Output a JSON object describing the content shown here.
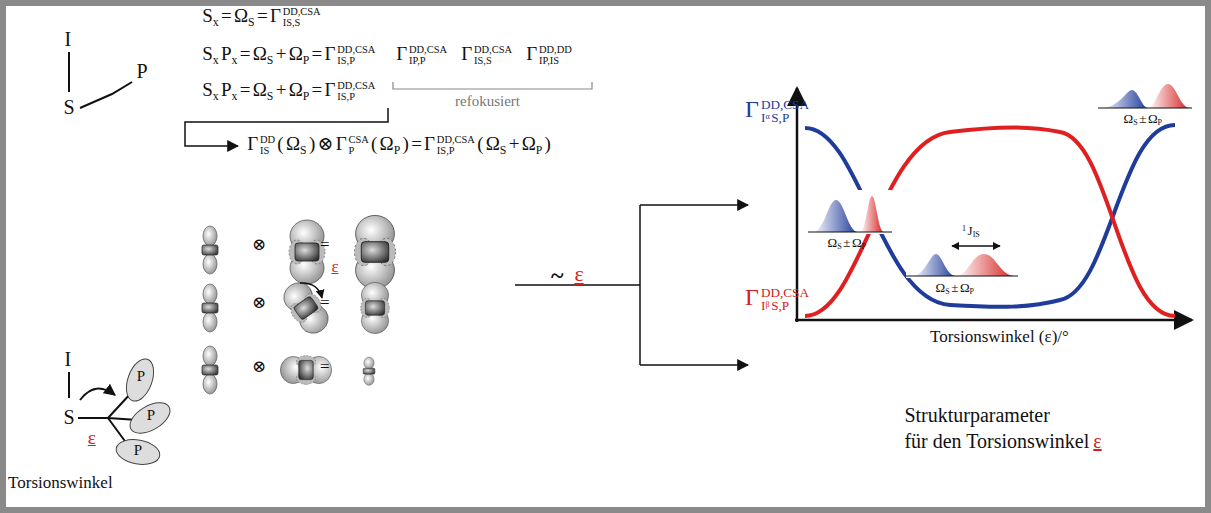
{
  "diagram": {
    "labels": [
      "S",
      "x",
      "=",
      "Ω",
      "S",
      "=",
      "Γ",
      "DD,CSA",
      "IS,S",
      "S",
      "x",
      "P",
      "x",
      "=",
      "Ω",
      "S",
      "+",
      "Ω",
      "P",
      "=",
      "Γ",
      "DD,CSA",
      "IS,P",
      "Γ",
      "DD,CSA",
      "IP,P",
      "Γ",
      "DD,CSA",
      "IS,S",
      "Γ",
      "DD,DD",
      "IP,IS",
      "refokusiert",
      "S",
      "x",
      "P",
      "x",
      "=",
      "Ω",
      "S",
      "+",
      "Ω",
      "P",
      "=",
      "Γ",
      "DD,CSA",
      "IS,P",
      "Γ",
      "DD",
      "IS",
      "(",
      "Ω",
      "S",
      ")",
      "⊗",
      "Γ",
      "CSA",
      "P",
      "(",
      "Ω",
      "P",
      ")",
      "=",
      "Γ",
      "DD,CSA",
      "IS,P",
      "(",
      "Ω",
      "S",
      "+",
      "Ω",
      "P",
      ")",
      "I",
      "S",
      "P",
      "I",
      "S",
      "ε",
      "P",
      "P",
      "P",
      "Torsionswinkel",
      "⊗",
      "=",
      "⊗",
      "=",
      "⊗",
      "=",
      "ε",
      "~",
      "ε",
      "Γ",
      "DD,CSA",
      "I",
      "α",
      "S,P",
      "Γ",
      "DD,CSA",
      "I",
      "β",
      "S,P",
      "Ω",
      "S",
      "±",
      "Ω",
      "P",
      "Ω",
      "S",
      "±",
      "Ω",
      "P",
      "Ω",
      "S",
      "±",
      "Ω",
      "P",
      "1",
      "J",
      "IS",
      "Torsionswinkel (ε)/°",
      "Strukturparameter",
      "für den Torsionswinkel",
      "ε"
    ]
  }
}
